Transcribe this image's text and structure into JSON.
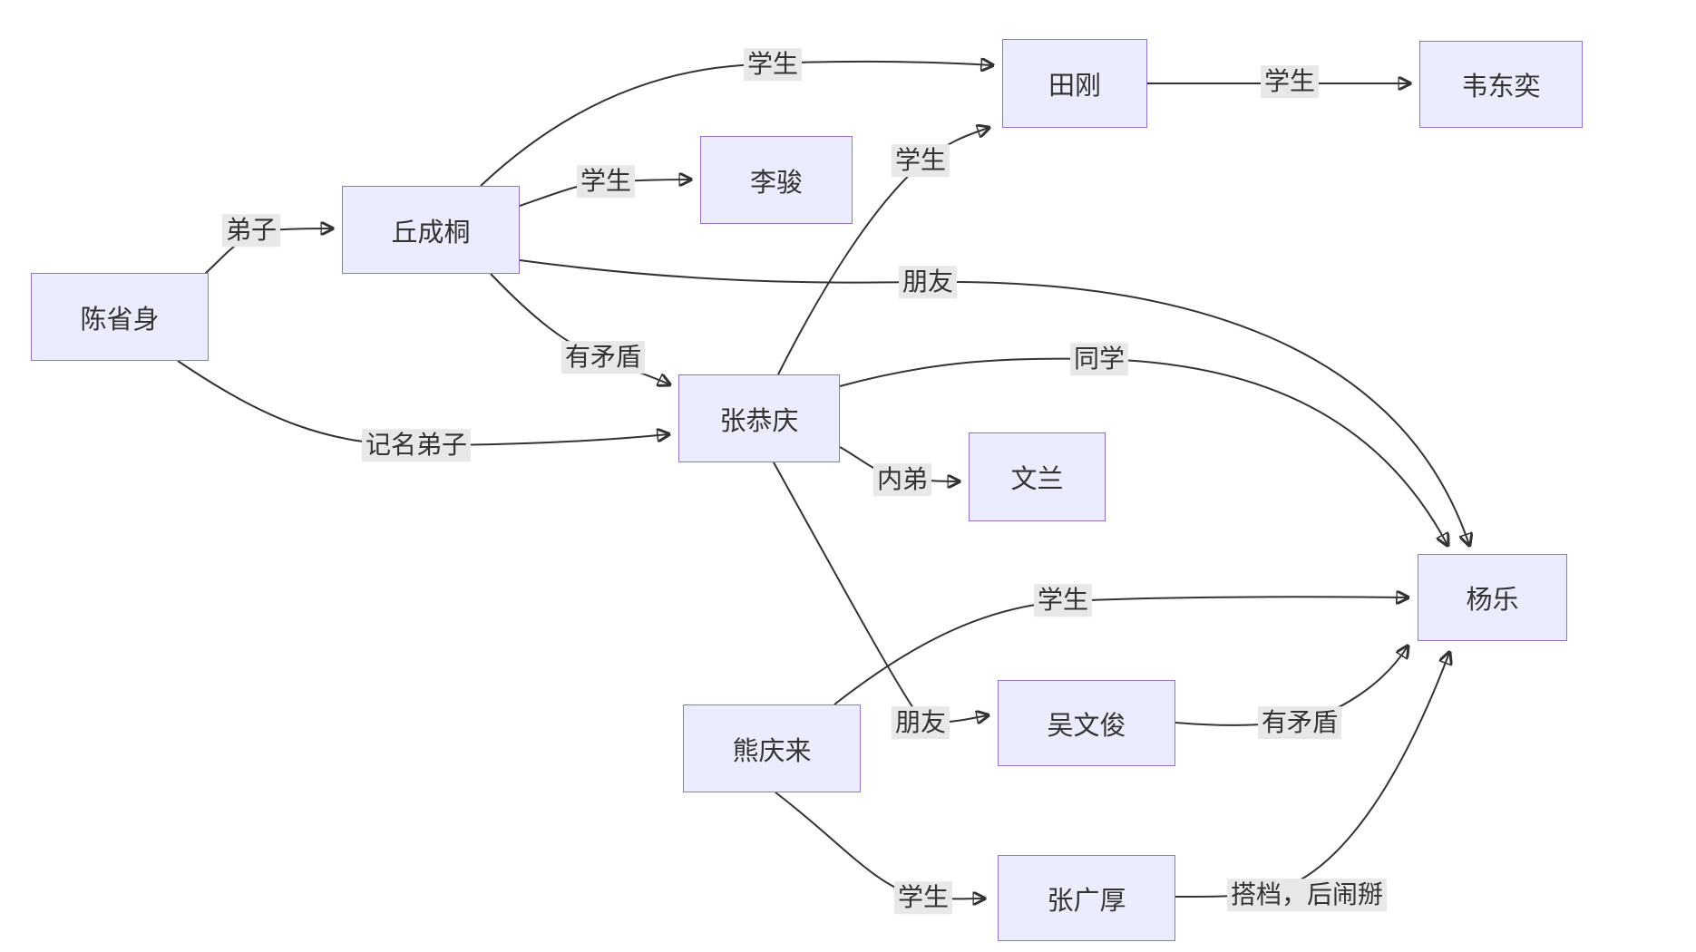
{
  "diagram": {
    "type": "flowchart-relationship-graph",
    "colors": {
      "node_fill": "#ECECFF",
      "node_border": "#9370DB",
      "edge": "#333333",
      "label_bg": "#e8e8e8",
      "text": "#333333",
      "background": "#ffffff"
    },
    "nodes": [
      {
        "id": "chen",
        "label": "陈省身"
      },
      {
        "id": "qiu",
        "label": "丘成桐"
      },
      {
        "id": "lijun",
        "label": "李骏"
      },
      {
        "id": "tian",
        "label": "田刚"
      },
      {
        "id": "wei",
        "label": "韦东奕"
      },
      {
        "id": "zhanggq",
        "label": "张恭庆"
      },
      {
        "id": "wenlan",
        "label": "文兰"
      },
      {
        "id": "yangle",
        "label": "杨乐"
      },
      {
        "id": "wu",
        "label": "吴文俊"
      },
      {
        "id": "xiong",
        "label": "熊庆来"
      },
      {
        "id": "zhanggh",
        "label": "张广厚"
      }
    ],
    "edges": [
      {
        "from": "chen",
        "to": "qiu",
        "label": "弟子"
      },
      {
        "from": "chen",
        "to": "zhanggq",
        "label": "记名弟子"
      },
      {
        "from": "qiu",
        "to": "tian",
        "label": "学生"
      },
      {
        "from": "qiu",
        "to": "lijun",
        "label": "学生"
      },
      {
        "from": "qiu",
        "to": "yangle",
        "label": "朋友"
      },
      {
        "from": "qiu",
        "to": "zhanggq",
        "label": "有矛盾"
      },
      {
        "from": "zhanggq",
        "to": "tian",
        "label": "学生"
      },
      {
        "from": "zhanggq",
        "to": "yangle",
        "label": "同学"
      },
      {
        "from": "zhanggq",
        "to": "wenlan",
        "label": "内弟"
      },
      {
        "from": "zhanggq",
        "to": "wu",
        "label": "朋友"
      },
      {
        "from": "tian",
        "to": "wei",
        "label": "学生"
      },
      {
        "from": "xiong",
        "to": "yangle",
        "label": "学生"
      },
      {
        "from": "xiong",
        "to": "zhanggh",
        "label": "学生"
      },
      {
        "from": "wu",
        "to": "yangle",
        "label": "有矛盾"
      },
      {
        "from": "zhanggh",
        "to": "yangle",
        "label": "搭档，后闹掰"
      }
    ]
  }
}
